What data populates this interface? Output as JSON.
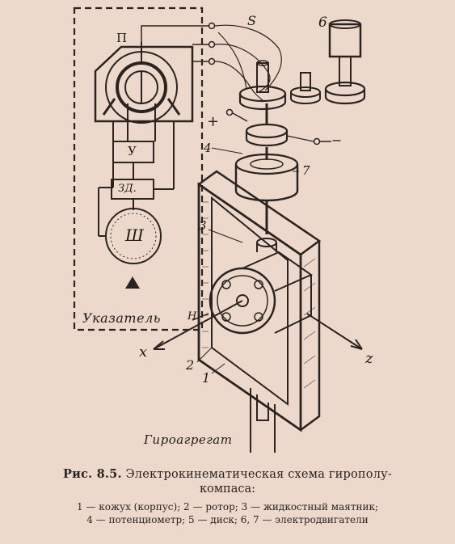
{
  "labels": {
    "P": "П",
    "U": "У",
    "ZD": "ЗД.",
    "SH": "Ш",
    "S": "S",
    "six": "6",
    "four": "4",
    "seven": "7",
    "three": "3",
    "two": "2",
    "one": "1",
    "plus": "+",
    "minus": "−",
    "H": "H",
    "x": "x",
    "z": "z",
    "indicator": "Указатель",
    "gyro_unit": "Гироагрегат"
  },
  "caption": {
    "fig_number": "Рис. 8.5.",
    "title_line1": "Электрокинематическая схема гирополу-",
    "title_line2": "компаса:",
    "legend_line1": "1 — кожух (корпус); 2 — ротор; 3 — жидкостный маятник;",
    "legend_line2": "4 — потенциометр; 5 — диск; 6, 7 — электродвигатели"
  },
  "colors": {
    "paper": "#ecd9cb",
    "ink": "#2a2320"
  }
}
